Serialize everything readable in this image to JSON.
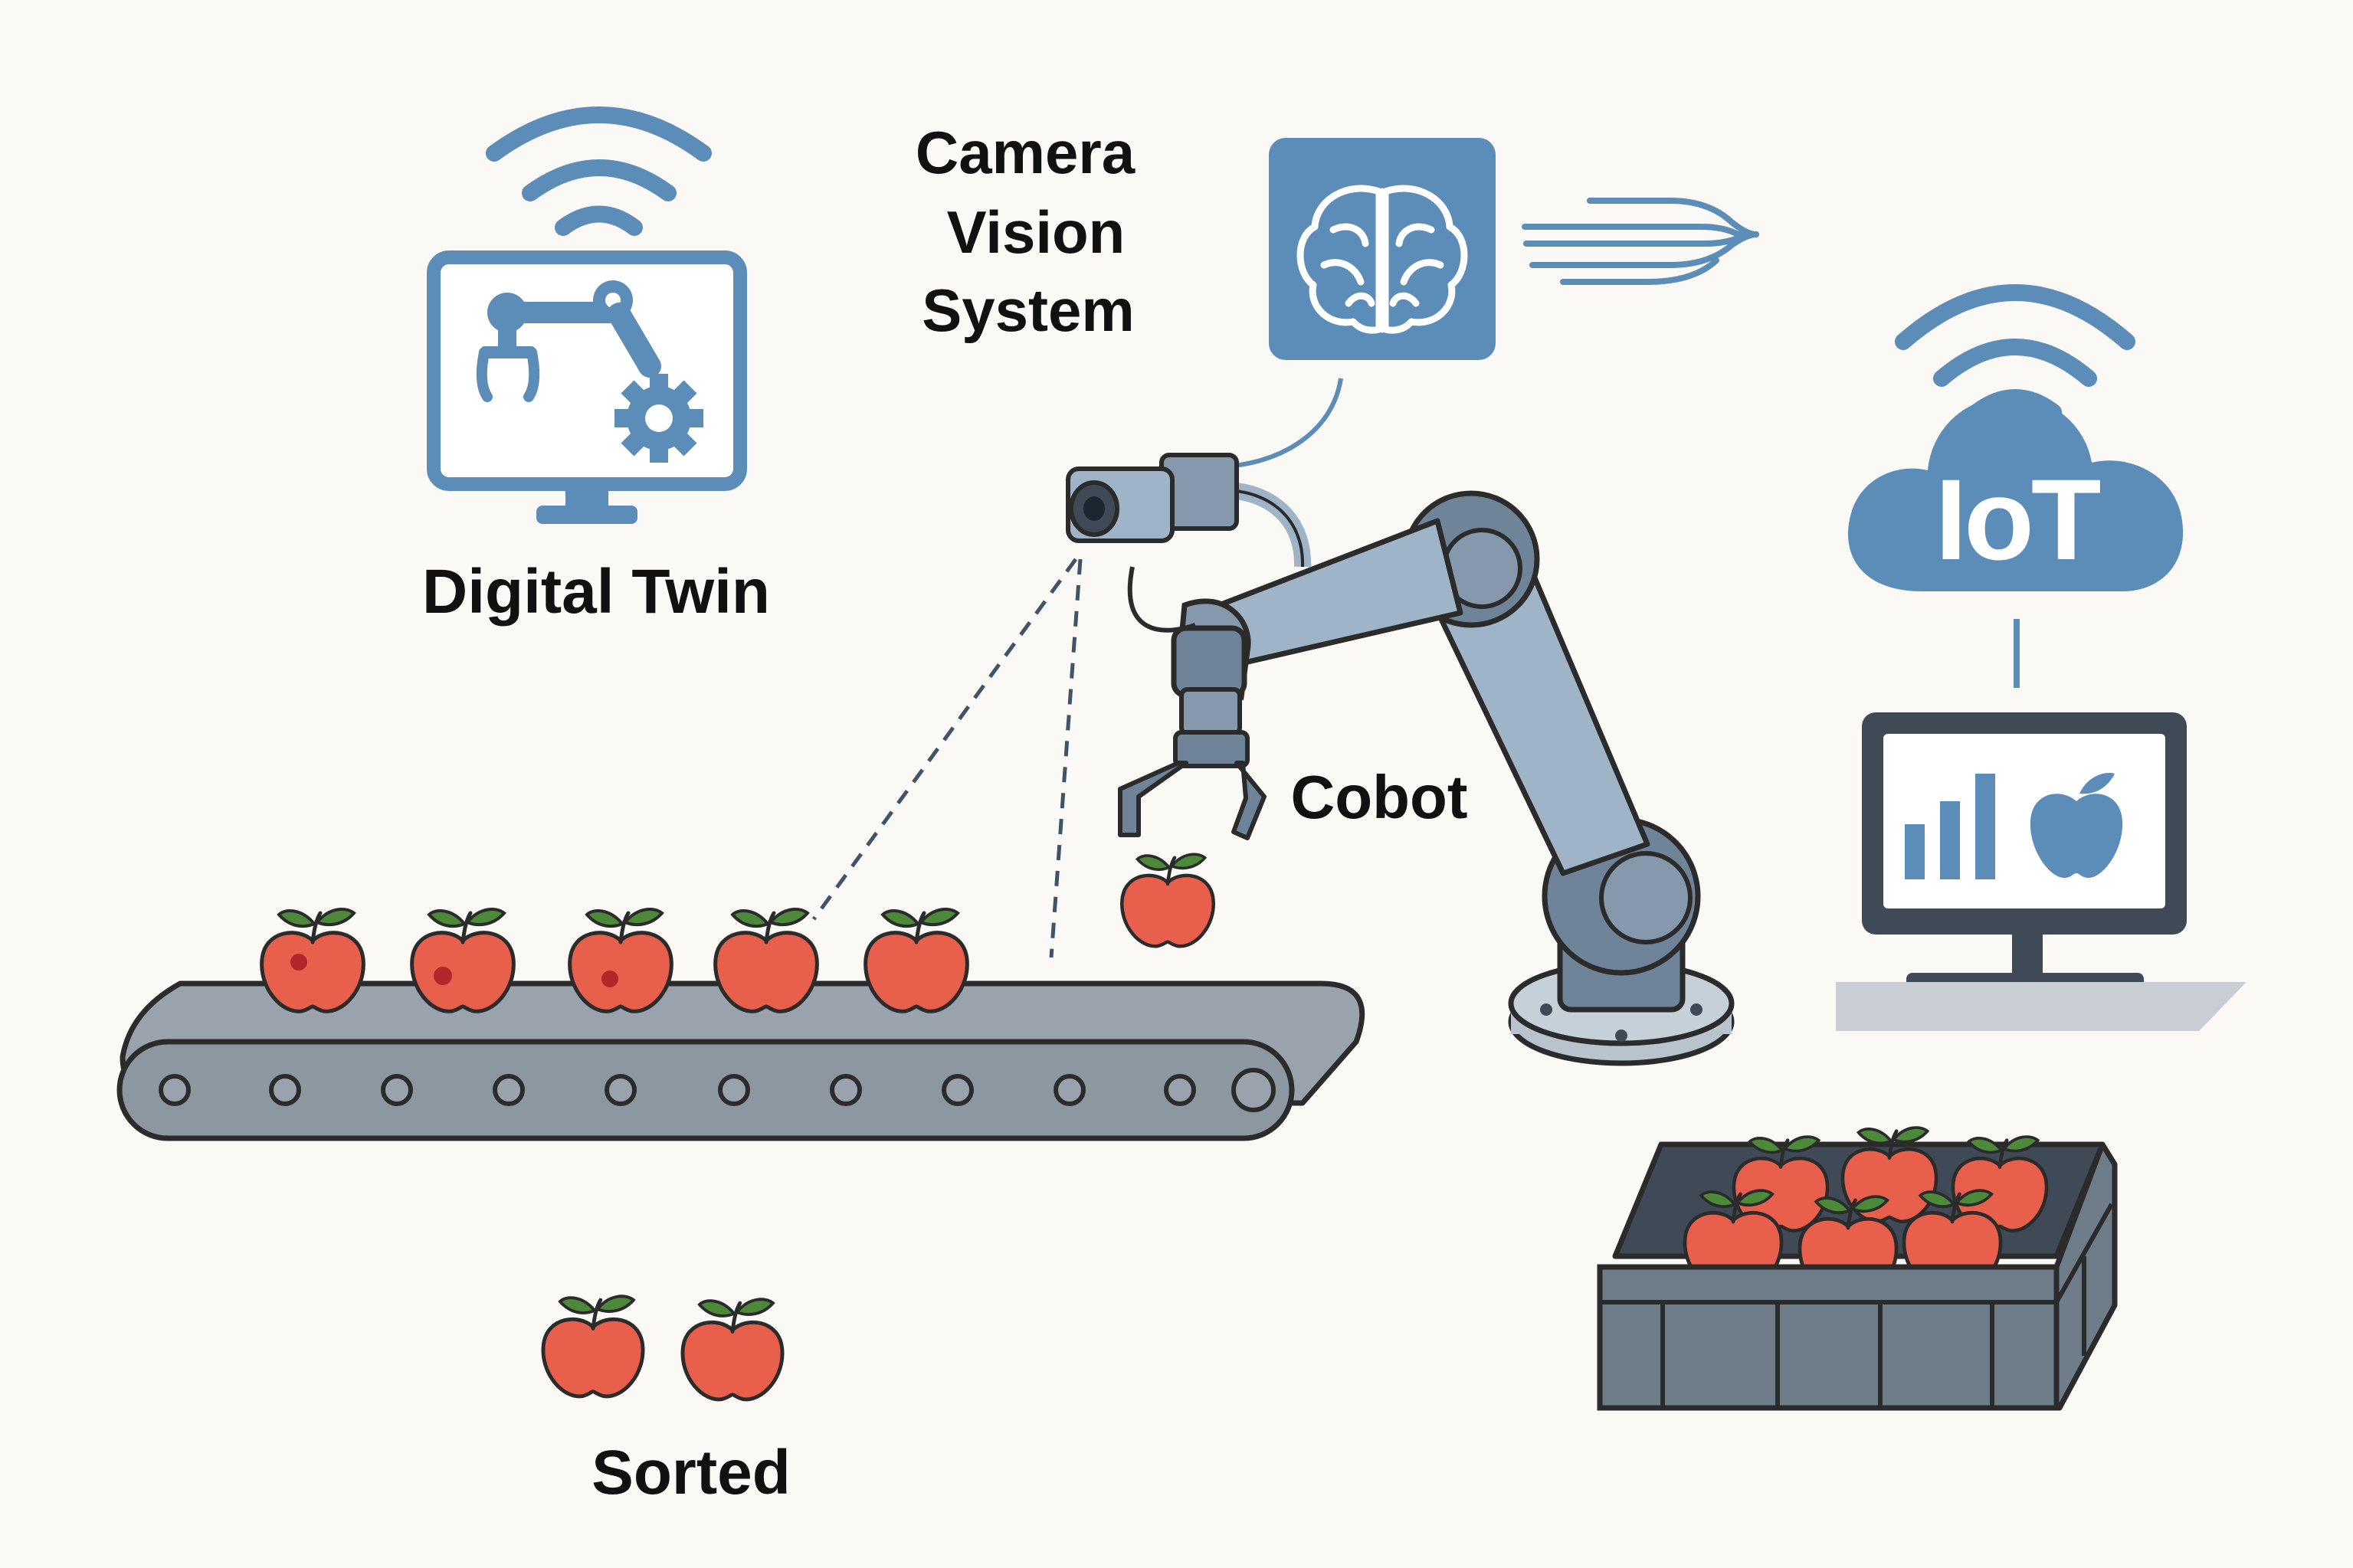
{
  "labels": {
    "camera_line1": "Camera",
    "camera_line2": "Vision",
    "camera_line3": "System",
    "digital_twin": "Digital Twin",
    "cobot": "Cobot",
    "iot": "IoT",
    "sorted": "Sorted"
  },
  "icons": [
    "wifi-icon",
    "digital-twin-monitor-icon",
    "robot-arm-icon",
    "gear-icon",
    "camera-icon",
    "ai-brain-icon",
    "data-stream-icon",
    "iot-cloud-icon",
    "dashboard-monitor-icon",
    "bar-chart-icon",
    "apple-icon",
    "conveyor-belt",
    "cobot-arm",
    "apple-crate"
  ],
  "colors": {
    "accent_blue": "#5b8db8",
    "dark_slate": "#3f4a56",
    "arm_light": "#9fb4c6",
    "arm_dark": "#6f8499",
    "belt_gray": "#9aa3ad",
    "apple_red": "#e85f4c",
    "leaf_green": "#4c8a3a",
    "label_text": "#111111",
    "background": "#fbf9f6"
  }
}
